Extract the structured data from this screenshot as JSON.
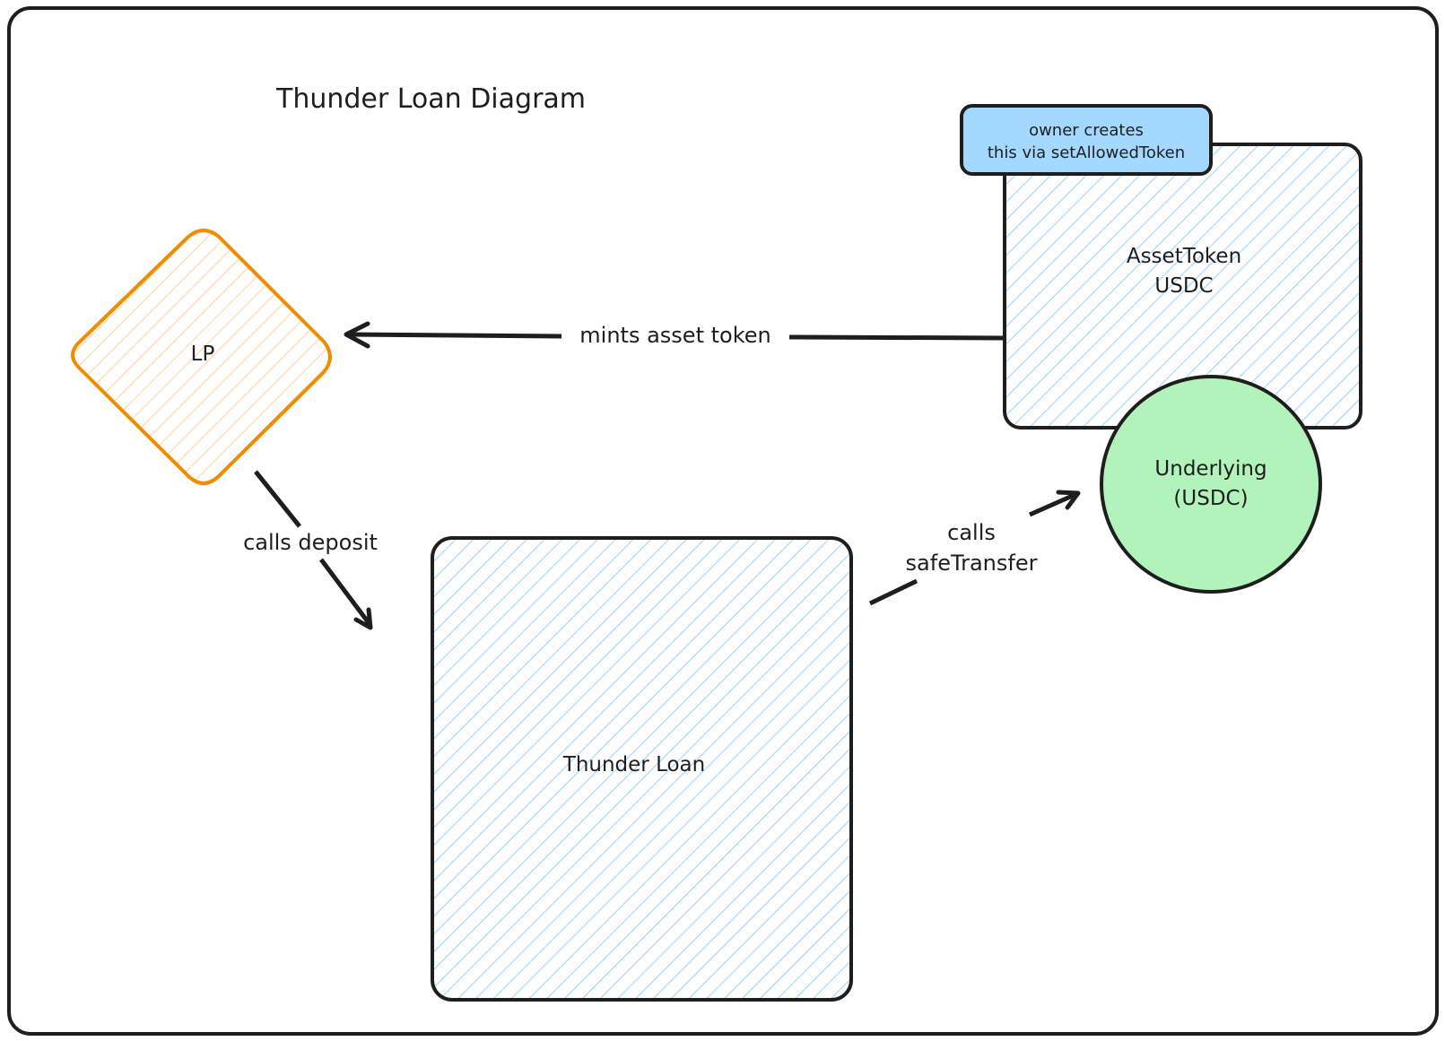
{
  "diagram": {
    "title": "Thunder Loan Diagram",
    "colors": {
      "stroke": "#1e1e1e",
      "lp_stroke": "#f08c00",
      "lp_hatch": "#ffd8a8",
      "blue_hatch": "#a5d8ff",
      "note_fill": "#a5d8ff",
      "underlying_fill": "#b2f2bb"
    },
    "nodes": {
      "lp": {
        "label": "LP",
        "shape": "diamond"
      },
      "thunder_loan": {
        "label": "Thunder Loan",
        "shape": "rectangle"
      },
      "asset_token": {
        "line1": "AssetToken",
        "line2": "USDC",
        "shape": "rectangle"
      },
      "underlying": {
        "line1": "Underlying",
        "line2": "(USDC)",
        "shape": "circle"
      },
      "note": {
        "line1": "owner creates",
        "line2": "this via setAllowedToken",
        "shape": "rectangle"
      }
    },
    "edges": {
      "mints": {
        "label": "mints asset token",
        "from": "AssetToken",
        "to": "LP"
      },
      "deposit": {
        "label": "calls deposit",
        "from": "LP",
        "to": "Thunder Loan"
      },
      "transfer": {
        "line1": "calls",
        "line2": "safeTransfer",
        "from": "Thunder Loan",
        "to": "Underlying (USDC)"
      }
    }
  }
}
